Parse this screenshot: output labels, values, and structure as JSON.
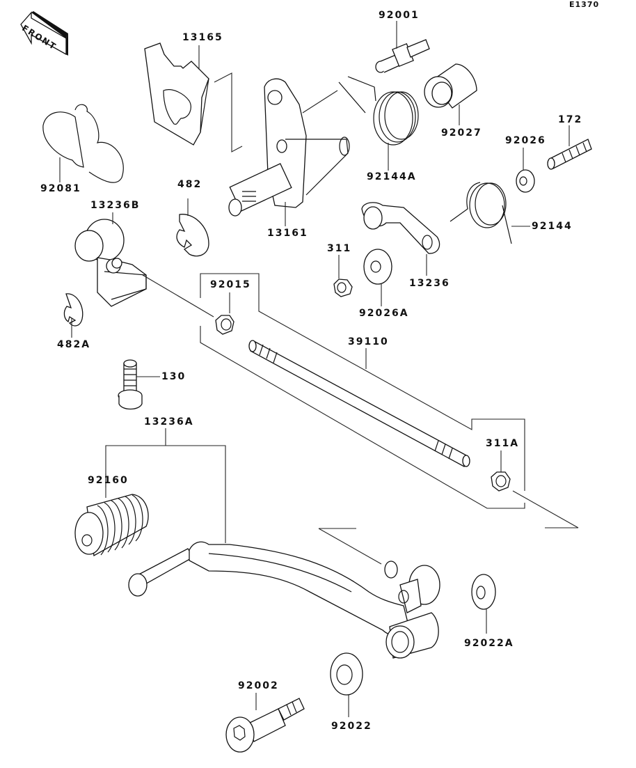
{
  "diagram": {
    "code": "E1370",
    "front_indicator": "FRONT",
    "labels": {
      "p13165": "13165",
      "p92001": "92001",
      "p92027": "92027",
      "p92081": "92081",
      "p92144A": "92144A",
      "p172": "172",
      "p92026": "92026",
      "p482": "482",
      "p13161": "13161",
      "p13236B": "13236B",
      "p92144": "92144",
      "p311": "311",
      "p13236": "13236",
      "p92026A": "92026A",
      "p92015": "92015",
      "p482A": "482A",
      "p39110": "39110",
      "p130": "130",
      "p13236A": "13236A",
      "p311A": "311A",
      "p92160": "92160",
      "p92022A": "92022A",
      "p92002": "92002",
      "p92022": "92022"
    }
  }
}
